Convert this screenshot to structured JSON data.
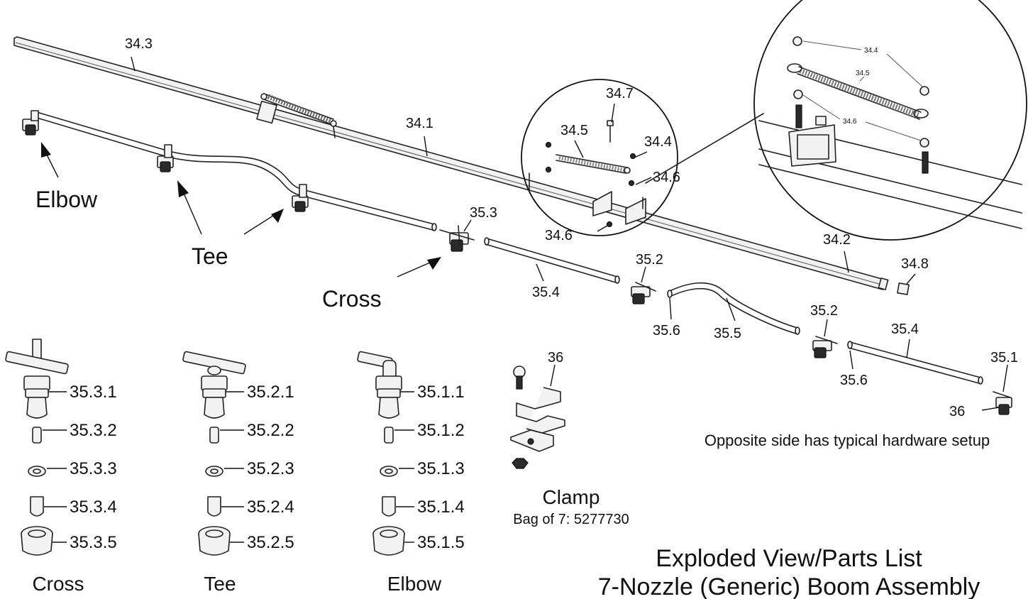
{
  "title": {
    "line1": "Exploded View/Parts List",
    "line2": "7-Nozzle (Generic) Boom Assembly"
  },
  "note": "Opposite side has typical hardware setup",
  "clamp": {
    "label": "Clamp",
    "bag": "Bag of 7: 5277730"
  },
  "callouts": {
    "c34_3": "34.3",
    "c34_1": "34.1",
    "c34_2": "34.2",
    "c34_7": "34.7",
    "c34_5a": "34.5",
    "c34_4a": "34.4",
    "c34_6a": "34.6",
    "c34_6b": "34.6",
    "c34_8": "34.8",
    "c34_4b": "34.4",
    "c34_5b": "34.5",
    "c34_6c": "34.6",
    "c35_3": "35.3",
    "c35_4a": "35.4",
    "c35_2a": "35.2",
    "c35_6a": "35.6",
    "c35_5": "35.5",
    "c35_2b": "35.2",
    "c35_4b": "35.4",
    "c35_6b": "35.6",
    "c35_1": "35.1",
    "c36a": "36",
    "c36b": "36"
  },
  "arrows": {
    "elbow": "Elbow",
    "tee": "Tee",
    "cross": "Cross"
  },
  "kits": [
    {
      "name": "Cross",
      "parts": [
        "35.3.1",
        "35.3.2",
        "35.3.3",
        "35.3.4",
        "35.3.5"
      ]
    },
    {
      "name": "Tee",
      "parts": [
        "35.2.1",
        "35.2.2",
        "35.2.3",
        "35.2.4",
        "35.2.5"
      ]
    },
    {
      "name": "Elbow",
      "parts": [
        "35.1.1",
        "35.1.2",
        "35.1.3",
        "35.1.4",
        "35.1.5"
      ]
    }
  ]
}
